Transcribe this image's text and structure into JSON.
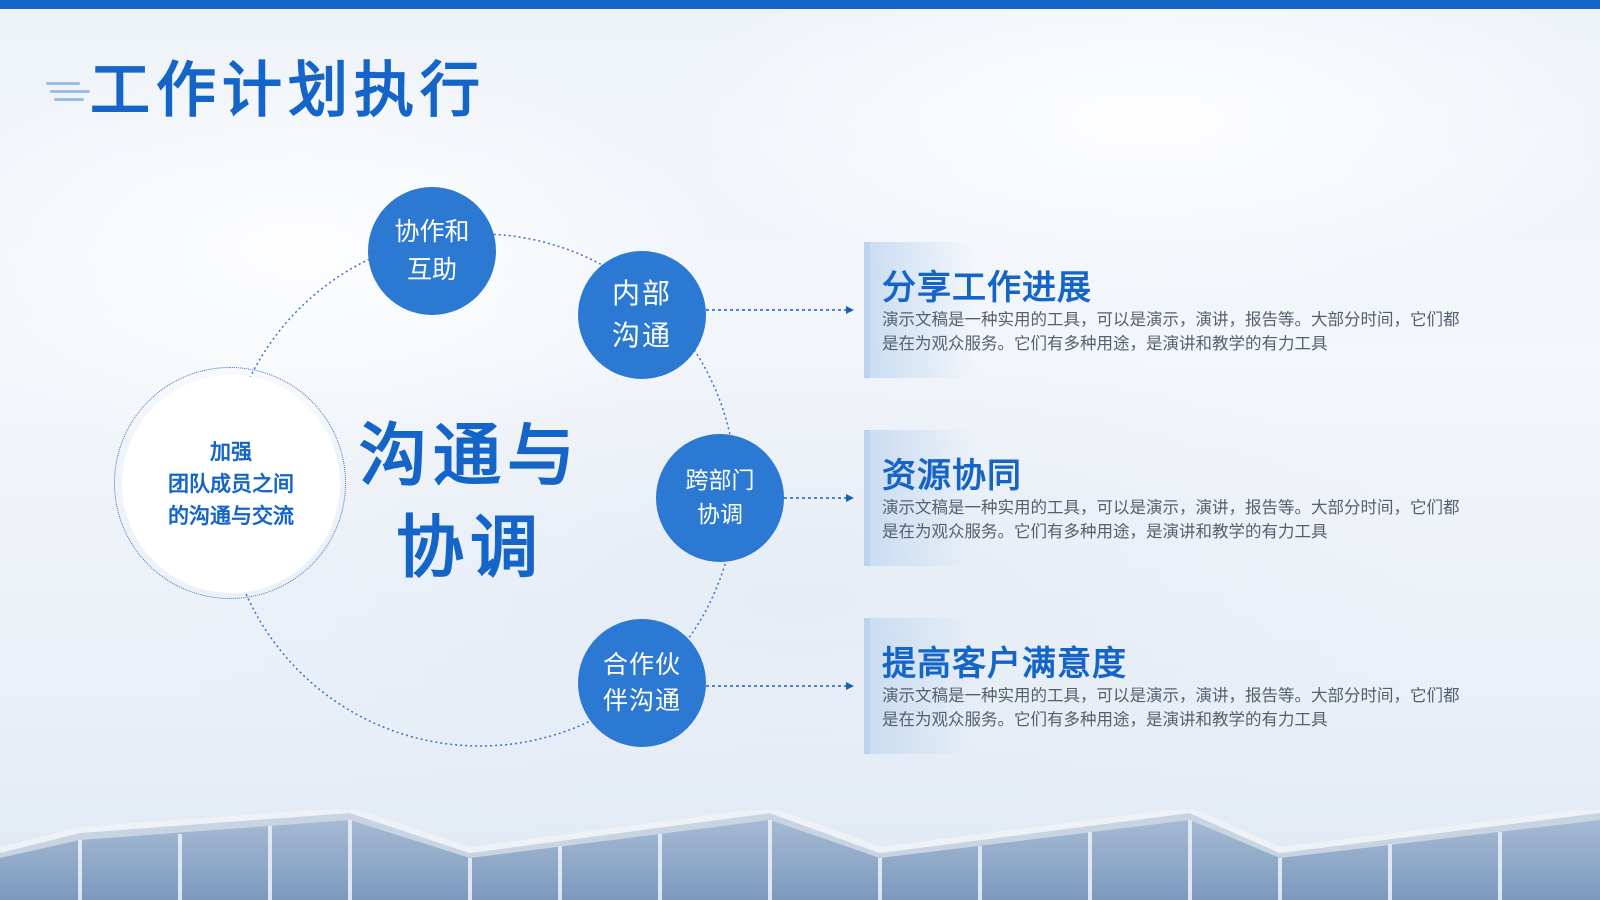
{
  "slide": {
    "title": "工作计划执行",
    "center_text_line1": "加强",
    "center_text_line2": "团队成员之间",
    "center_text_line3": "的沟通与交流",
    "big_title_line1": "沟通与",
    "big_title_line2": "协调"
  },
  "nodes": [
    {
      "line1": "协作和",
      "line2": "互助"
    },
    {
      "line1": "内部",
      "line2": "沟通"
    },
    {
      "line1": "跨部门",
      "line2": "协调"
    },
    {
      "line1": "合作伙",
      "line2": "伴沟通"
    }
  ],
  "panels": [
    {
      "title": "分享工作进展",
      "desc": "演示文稿是一种实用的工具，可以是演示，演讲，报告等。大部分时间，它们都是在为观众服务。它们有多种用途，是演讲和教学的有力工具"
    },
    {
      "title": "资源协同",
      "desc": "演示文稿是一种实用的工具，可以是演示，演讲，报告等。大部分时间，它们都是在为观众服务。它们有多种用途，是演讲和教学的有力工具"
    },
    {
      "title": "提高客户满意度",
      "desc": "演示文稿是一种实用的工具，可以是演示，演讲，报告等。大部分时间，它们都是在为观众服务。它们有多种用途，是演讲和教学的有力工具"
    }
  ],
  "colors": {
    "accent": "#1565c8",
    "node_fill": "#2c79d3",
    "text_gray": "#55606e"
  }
}
